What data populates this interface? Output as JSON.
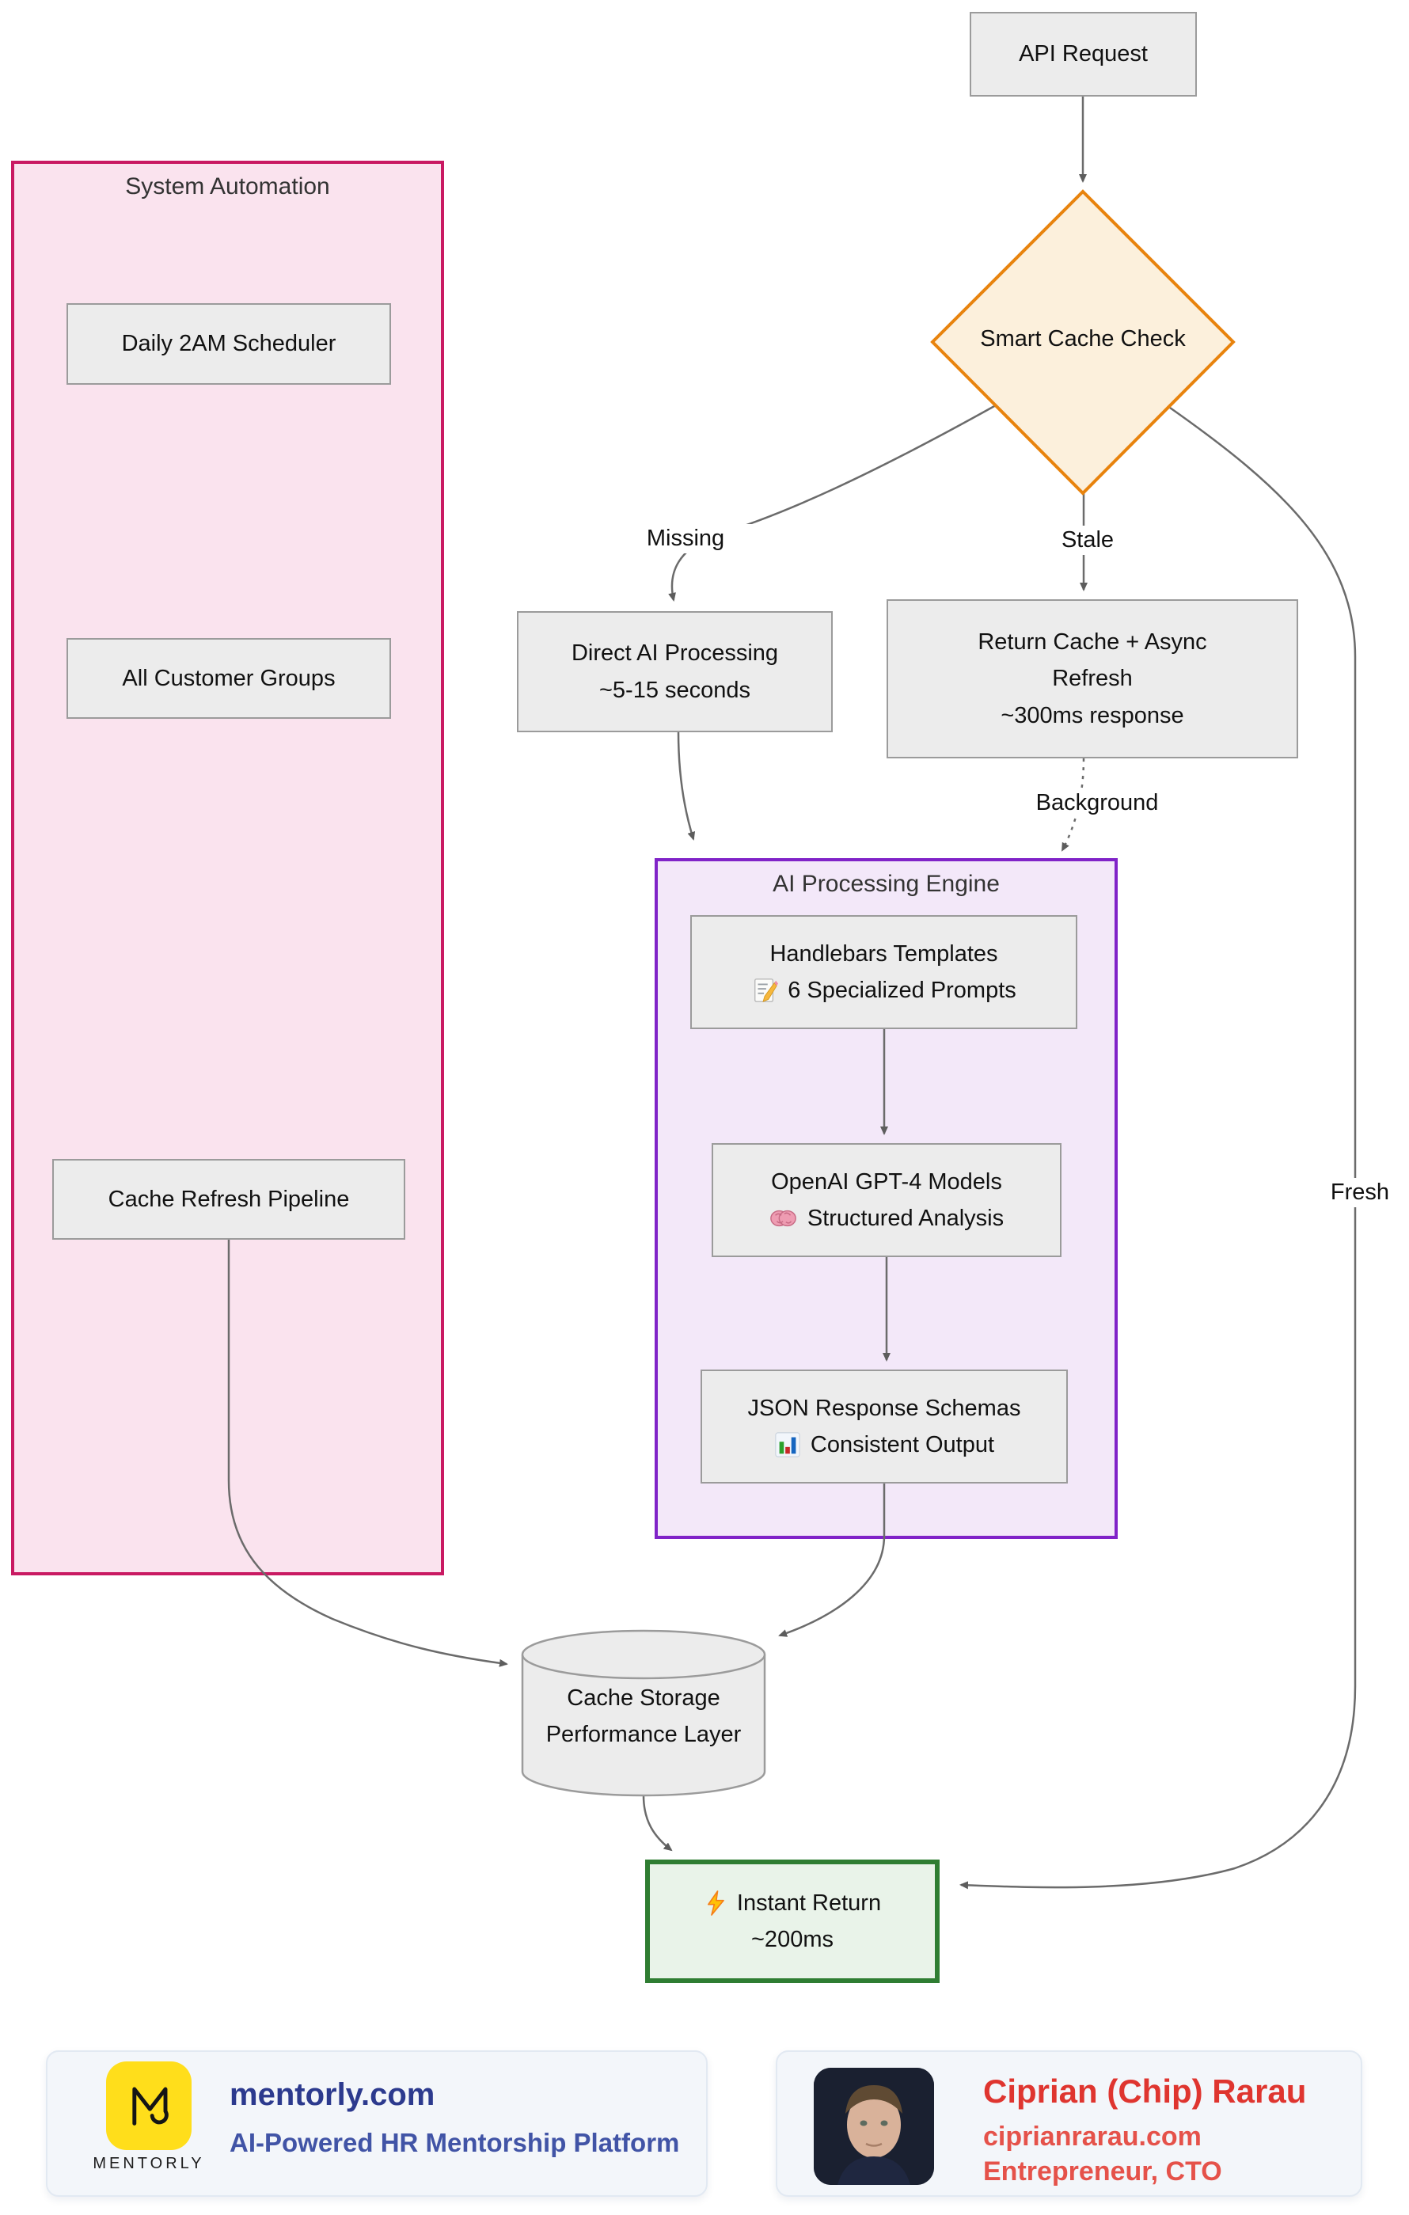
{
  "diagram": {
    "nodes": {
      "api_request": {
        "label": "API Request"
      },
      "smart_cache_check": {
        "label": "Smart Cache Check"
      },
      "daily_scheduler": {
        "label": "Daily 2AM Scheduler"
      },
      "all_customer_groups": {
        "label": "All Customer Groups"
      },
      "cache_refresh_pipeline": {
        "label": "Cache Refresh Pipeline"
      },
      "direct_ai": {
        "line1": "Direct AI Processing",
        "line2": "~5-15 seconds"
      },
      "return_cache": {
        "line1": "Return Cache + Async",
        "line2": "Refresh",
        "line3": "~300ms response"
      },
      "handlebars": {
        "line1": "Handlebars Templates",
        "line2": "6 Specialized Prompts",
        "icon": "memo-icon"
      },
      "openai": {
        "line1": "OpenAI GPT-4 Models",
        "line2": "Structured Analysis",
        "icon": "brain-icon"
      },
      "json_schemas": {
        "line1": "JSON Response Schemas",
        "line2": "Consistent Output",
        "icon": "bar-chart-icon"
      },
      "cache_storage": {
        "line1": "Cache Storage",
        "line2": "Performance Layer"
      },
      "instant_return": {
        "line1": "Instant Return",
        "line2": "~200ms",
        "icon": "lightning-icon"
      }
    },
    "containers": {
      "system_automation": {
        "title": "System Automation"
      },
      "ai_engine": {
        "title": "AI Processing Engine"
      }
    },
    "edge_labels": {
      "missing": "Missing",
      "stale": "Stale",
      "background": "Background",
      "fresh": "Fresh"
    },
    "colors": {
      "node_fill": "#ececec",
      "node_border": "#9b9b9b",
      "diamond_fill": "#fcf0dc",
      "diamond_border": "#e8830d",
      "pink_container_fill": "#fae3ee",
      "pink_container_border": "#c91962",
      "purple_container_fill": "#f3e8f9",
      "purple_container_border": "#8023c8",
      "green_node_fill": "#e9f3e9",
      "green_node_border": "#2f7d32",
      "edge_stroke": "#6b6b6b"
    }
  },
  "footer": {
    "mentorly": {
      "logo_letter": "M",
      "logo_caption": "MENTORLY",
      "title": "mentorly.com",
      "subtitle": "AI-Powered HR Mentorship Platform"
    },
    "ciprian": {
      "name": "Ciprian (Chip) Rarau",
      "website": "ciprianrarau.com",
      "role": "Entrepreneur, CTO"
    }
  }
}
